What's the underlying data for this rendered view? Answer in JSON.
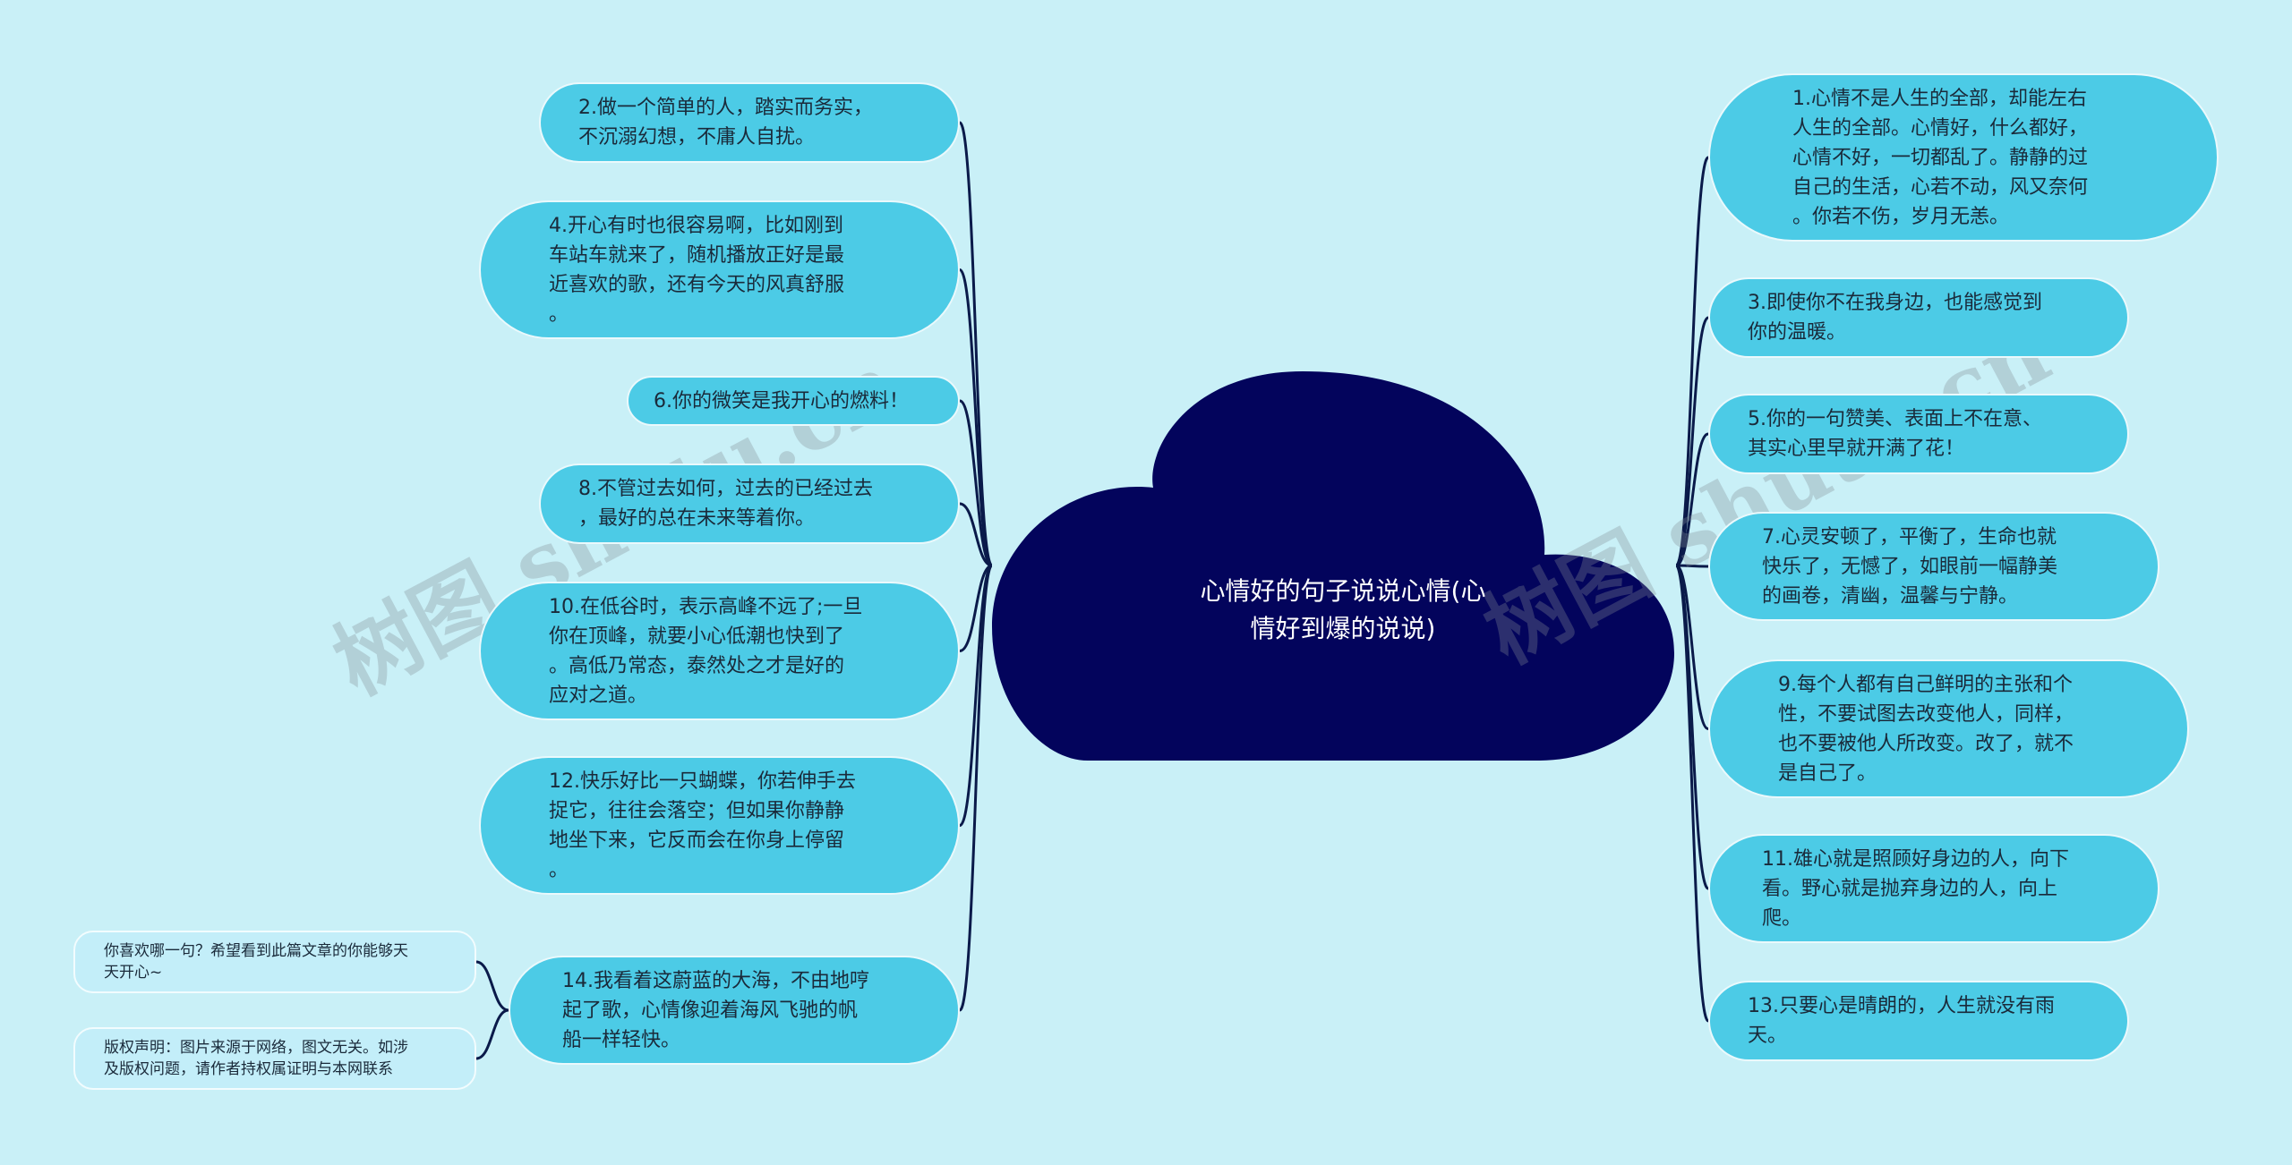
{
  "center": {
    "title": "心情好的句子说说心情(心\n情好到爆的说说)"
  },
  "colors": {
    "background": "#c9f0f7",
    "cloud": "#03045c",
    "node": "#4ccbe6",
    "small_node": "#c3eef9",
    "link": "#0a1a4a"
  },
  "watermark": "树图 shutu.cn",
  "left_nodes": [
    {
      "id": "n2",
      "text": "2.做一个简单的人，踏实而务实，\n不沉溺幻想，不庸人自扰。"
    },
    {
      "id": "n4",
      "text": "4.开心有时也很容易啊，比如刚到\n车站车就来了，随机播放正好是最\n近喜欢的歌，还有今天的风真舒服\n。"
    },
    {
      "id": "n6",
      "text": "6.你的微笑是我开心的燃料！"
    },
    {
      "id": "n8",
      "text": "8.不管过去如何，过去的已经过去\n，最好的总在未来等着你。"
    },
    {
      "id": "n10",
      "text": "10.在低谷时，表示高峰不远了;一旦\n你在顶峰，就要小心低潮也快到了\n。高低乃常态，泰然处之才是好的\n应对之道。"
    },
    {
      "id": "n12",
      "text": "12.快乐好比一只蝴蝶，你若伸手去\n捉它，往往会落空；但如果你静静\n地坐下来，它反而会在你身上停留\n。"
    },
    {
      "id": "n14",
      "text": "14.我看着这蔚蓝的大海，不由地哼\n起了歌，心情像迎着海风飞驰的帆\n船一样轻快。"
    }
  ],
  "right_nodes": [
    {
      "id": "n1",
      "text": "1.心情不是人生的全部，却能左右\n人生的全部。心情好，什么都好，\n心情不好，一切都乱了。静静的过\n自己的生活，心若不动，风又奈何\n。你若不伤，岁月无恙。"
    },
    {
      "id": "n3",
      "text": "3.即使你不在我身边，也能感觉到\n你的温暖。"
    },
    {
      "id": "n5",
      "text": "5.你的一句赞美、表面上不在意、\n其实心里早就开满了花！"
    },
    {
      "id": "n7",
      "text": "7.心灵安顿了，平衡了，生命也就\n快乐了，无憾了，如眼前一幅静美\n的画卷，清幽，温馨与宁静。"
    },
    {
      "id": "n9",
      "text": "9.每个人都有自己鲜明的主张和个\n性，不要试图去改变他人，同样，\n也不要被他人所改变。改了，就不\n是自己了。"
    },
    {
      "id": "n11",
      "text": "11.雄心就是照顾好身边的人，向下\n看。野心就是抛弃身边的人，向上\n爬。"
    },
    {
      "id": "n13",
      "text": "13.只要心是晴朗的，人生就没有雨\n天。"
    }
  ],
  "sub_nodes": [
    {
      "id": "s1",
      "text": "你喜欢哪一句？希望看到此篇文章的你能够天\n天开心~"
    },
    {
      "id": "s2",
      "text": "版权声明：图片来源于网络，图文无关。如涉\n及版权问题，请作者持权属证明与本网联系"
    }
  ]
}
